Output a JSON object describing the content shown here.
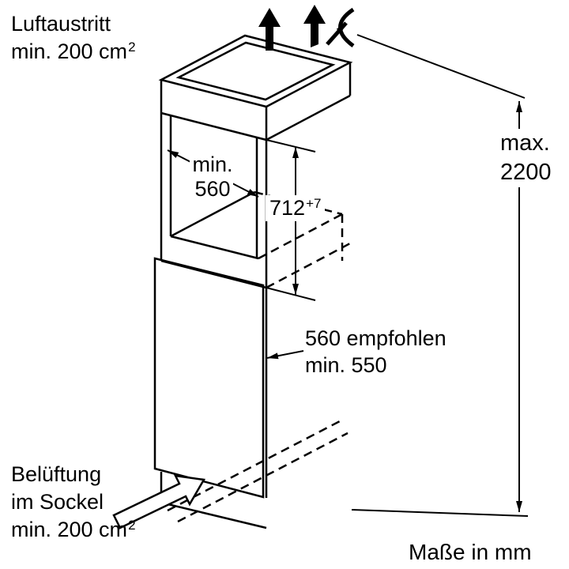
{
  "colors": {
    "background": "#ffffff",
    "line": "#000000",
    "text": "#000000"
  },
  "annotations": {
    "air_outlet": {
      "line1": "Luftaustritt",
      "line2_base": "min. 200 cm",
      "line2_sup": "2"
    },
    "niche_width": {
      "line1": "min.",
      "line2": "560"
    },
    "niche_height": {
      "value": "712",
      "tolerance": "+7"
    },
    "max_height": {
      "line1": "max.",
      "line2": "2200"
    },
    "depth": {
      "line1": "560 empfohlen",
      "line2": "min. 550"
    },
    "base_vent": {
      "line1": "Belüftung",
      "line2": "im Sockel",
      "line3_base": "min. 200 cm",
      "line3_sup": "2"
    },
    "units": "Maße in mm"
  }
}
